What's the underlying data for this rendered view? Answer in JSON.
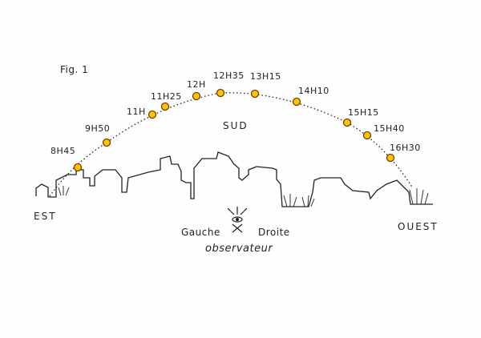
{
  "figure_label": "Fig. 1",
  "times": [
    "8H45",
    "9H50",
    "11H",
    "11H25",
    "12H",
    "12H35",
    "13H15",
    "14H10",
    "15H15",
    "15H40",
    "16H30"
  ],
  "directions": {
    "east": "EST",
    "south": "SUD",
    "west": "OUEST"
  },
  "observer": {
    "left": "Gauche",
    "right": "Droite",
    "label": "observateur"
  },
  "colors": {
    "sun_fill": "#ffc400",
    "sun_stroke": "#7a3a00",
    "ink": "#222222"
  }
}
